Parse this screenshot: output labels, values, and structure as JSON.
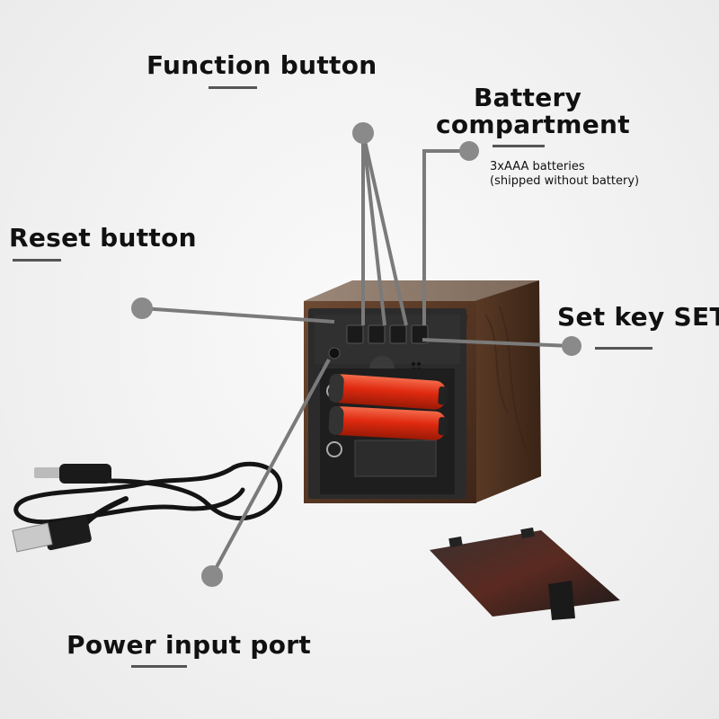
{
  "labels": {
    "function_button": "Function button",
    "battery_compartment_line1": "Battery",
    "battery_compartment_line2": "compartment",
    "battery_note_line1": "3xAAA batteries",
    "battery_note_line2": "(shipped without battery)",
    "reset_button": "Reset button",
    "set_key": "Set key SET",
    "power_input_port": "Power input port"
  },
  "colors": {
    "wood_dark": "#4a2e1c",
    "wood_mid": "#6b4530",
    "panel": "#2a2a2a",
    "battery_red": "#e23a1a",
    "callout_gray": "#7a7a7a"
  }
}
